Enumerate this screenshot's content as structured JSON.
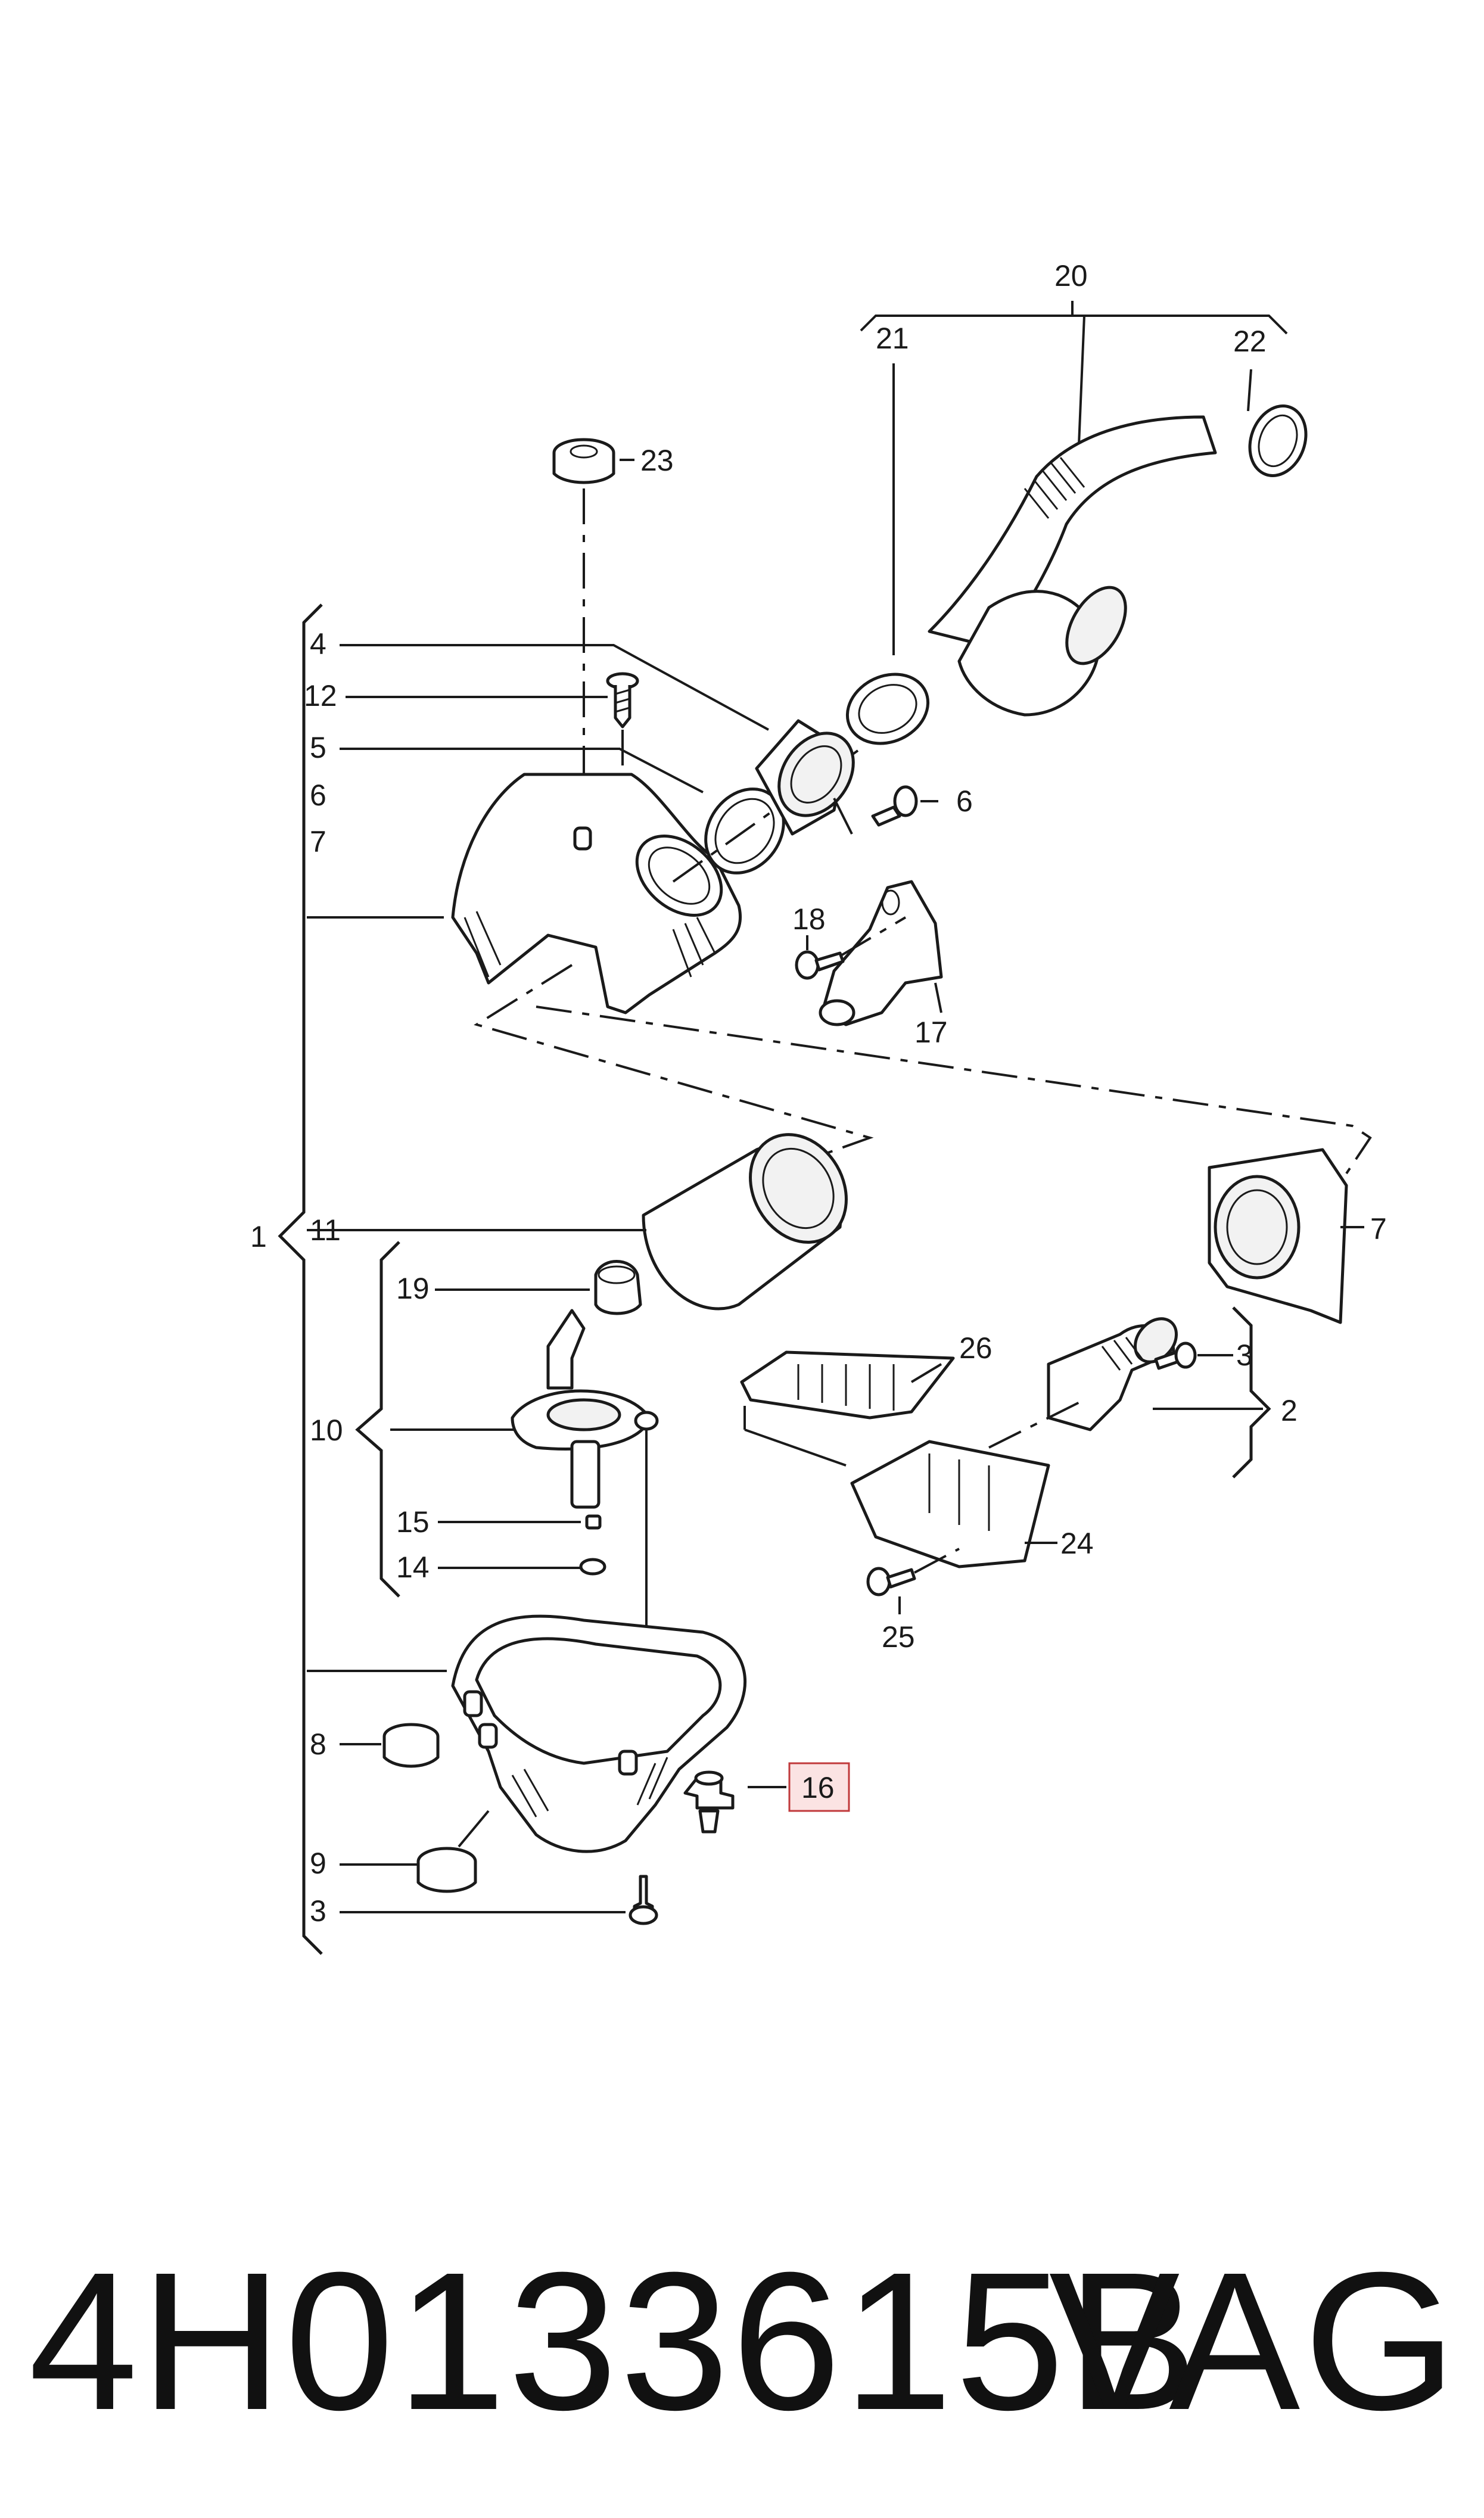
{
  "diagram": {
    "callouts": {
      "c1": "1",
      "c2": "2",
      "c3a": "3",
      "c3b": "3",
      "c4": "4",
      "c5": "5",
      "c6a": "6",
      "c6b": "6",
      "c7a": "7",
      "c7b": "7",
      "c8": "8",
      "c9": "9",
      "c10": "10",
      "c11": "11",
      "c12": "12",
      "c14": "14",
      "c15": "15",
      "c16": "16",
      "c17": "17",
      "c18": "18",
      "c19": "19",
      "c20": "20",
      "c21": "21",
      "c22": "22",
      "c23": "23",
      "c24": "24",
      "c25": "25",
      "c26": "26"
    },
    "highlight_color": "#c0393b"
  },
  "footer": {
    "part_number": "4H0133615B",
    "brand": "VAG"
  }
}
